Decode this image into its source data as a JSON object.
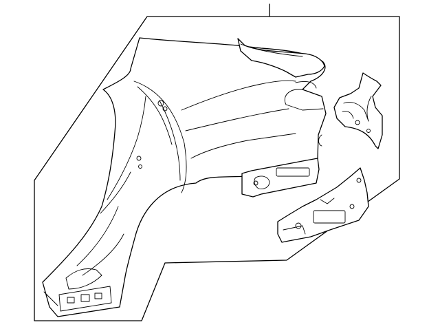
{
  "diagram": {
    "parts": [
      {
        "name": "quarter-panel"
      },
      {
        "name": "upper-bracket"
      },
      {
        "name": "lower-extension"
      },
      {
        "name": "side-bracket"
      }
    ]
  }
}
